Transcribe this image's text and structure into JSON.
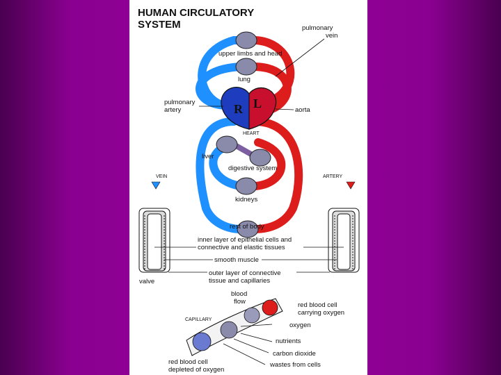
{
  "title_line1": "HUMAN CIRCULATORY",
  "title_line2": "SYSTEM",
  "labels": {
    "pulmonary_vein_1": "pulmonary",
    "pulmonary_vein_2": "vein",
    "upper_limbs": "upper limbs and head",
    "lung": "lung",
    "pulmonary_artery_1": "pulmonary",
    "pulmonary_artery_2": "artery",
    "aorta": "aorta",
    "heart": "HEART",
    "heart_right": "R",
    "heart_left": "L",
    "liver": "liver",
    "digestive": "digestive system",
    "kidneys": "kidneys",
    "rest_of_body": "rest of body",
    "vein": "VEIN",
    "artery": "ARTERY",
    "inner_layer_1": "inner layer of epithelial cells and",
    "inner_layer_2": "connective and elastic tissues",
    "smooth_muscle": "smooth muscle",
    "outer_layer_1": "outer layer of connective",
    "outer_layer_2": "tissue and capillaries",
    "valve": "valve",
    "blood_flow_1": "blood",
    "blood_flow_2": "flow",
    "capillary": "CAPILLARY",
    "rbc_oxygen_1": "red blood cell",
    "rbc_oxygen_2": "carrying oxygen",
    "oxygen": "oxygen",
    "nutrients": "nutrients",
    "carbon_dioxide": "carbon dioxide",
    "wastes": "wastes from cells",
    "rbc_depleted_1": "red blood cell",
    "rbc_depleted_2": "depleted of oxygen"
  },
  "colors": {
    "vein_blue": "#1e90ff",
    "artery_red": "#dd1c1c",
    "heart_red": "#c8102e",
    "capillary_bed": "#8a8aaa",
    "background_purple": "#94009a"
  }
}
